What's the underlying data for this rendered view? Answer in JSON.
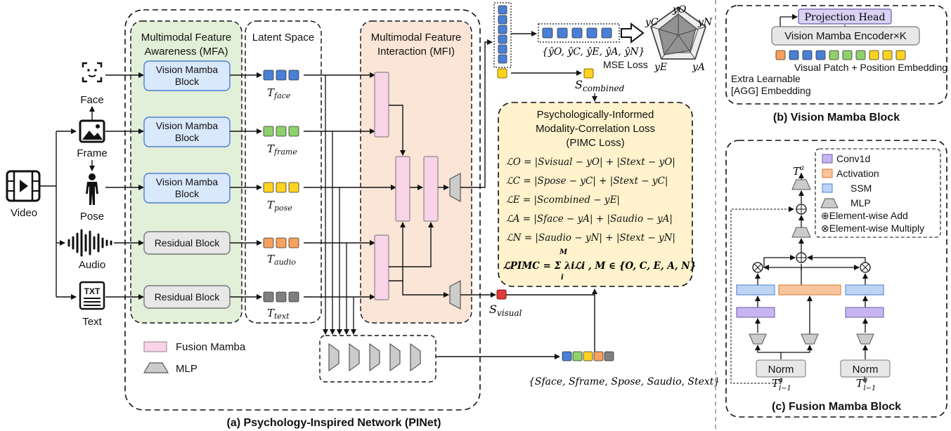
{
  "modules": {
    "mfa_title_1": "Multimodal Feature",
    "mfa_title_2": "Awareness (MFA)",
    "latent_title": "Latent Space",
    "mfi_title_1": "Multimodal Feature",
    "mfi_title_2": "Interaction (MFI)"
  },
  "inputs": {
    "video": "Video",
    "face": "Face",
    "frame": "Frame",
    "pose": "Pose",
    "audio": "Audio",
    "text": "Text",
    "text_icon": "TXT"
  },
  "blocks": {
    "vmb_1": "Vision Mamba",
    "vmb_2": "Block",
    "residual": "Residual Block"
  },
  "tokens": {
    "face": "face",
    "frame": "frame",
    "pose": "pose",
    "audio": "audio",
    "text": "text",
    "T": "T"
  },
  "outputs": {
    "pred_set": "{ŷO, ŷC, ŷE, ŷA, ŷN}",
    "mse_loss": "MSE Loss",
    "s_combined": "S",
    "s_combined_sub": "combined",
    "s_visual": "S",
    "s_visual_sub": "visual",
    "score_set": "{Sface, Sframe, Spose, Saudio, Stext}",
    "radar_labels": {
      "O": "yO",
      "C": "yC",
      "N": "yN",
      "E": "yE",
      "A": "yA"
    }
  },
  "pimc": {
    "title_1": "Psychologically-Informed",
    "title_2": "Modality-Correlation Loss",
    "title_3": "(PIMC Loss)",
    "eq_O": "ℒO = |Svisual − yO| + |Stext − yO|",
    "eq_C": "ℒC = |Spose − yC| + |Stext − yC|",
    "eq_E": "ℒE = |Scombined − yE|",
    "eq_A": "ℒA = |Sface − yA| + |Saudio − yA|",
    "eq_N": "ℒN = |Saudio − yN| + |Stext − yN|",
    "eq_total": "ℒPIMC = Σ λiℒi , M ∈ {O, C, E, A, N}",
    "sum_top": "M",
    "sum_bottom": "i"
  },
  "legend_a": {
    "fusion_mamba": "Fusion Mamba",
    "mlp": "MLP"
  },
  "captions": {
    "a": "(a) Psychology-Inspired Network (PINet)",
    "b": "(b) Vision Mamba Block",
    "c": "(c) Fusion Mamba Block"
  },
  "panel_b": {
    "projection_head": "Projection Head",
    "encoder": "Vision Mamba Encoder×K",
    "patch_label": "Visual Patch + Position Embedding",
    "extra_1": "Extra Learnable",
    "extra_2": "[AGG] Embedding"
  },
  "panel_c": {
    "legend_conv": "Conv1d",
    "legend_act": "Activation",
    "legend_ssm": "SSM",
    "legend_mlp": "MLP",
    "legend_add": "⊕Element-wise Add",
    "legend_mul": "⊗Element-wise Multiply",
    "norm": "Norm",
    "t_out": "T",
    "t_out_sup": "a",
    "t_out_sub": "l",
    "t_in_a": "T",
    "t_in_a_sup": "a",
    "t_in_a_sub": "l−1",
    "t_in_b": "T",
    "t_in_b_sup": "b",
    "t_in_b_sub": "l−1"
  },
  "colors": {
    "mfa_bg": "#e2efd9",
    "mfi_bg": "#fbe5d6",
    "pimc_bg": "#fff2cc",
    "fusion": "#f9d3e8",
    "vmb": "#dae8fc",
    "blue_token": "#4a7fd6",
    "green_token": "#8fd06b",
    "yellow_token": "#ffd320",
    "orange_token": "#f7a15c",
    "grey_token": "#7f7f7f",
    "red_token": "#e03b3b",
    "purple": "#c7b5f0",
    "ssm": "#bfd4f2"
  }
}
